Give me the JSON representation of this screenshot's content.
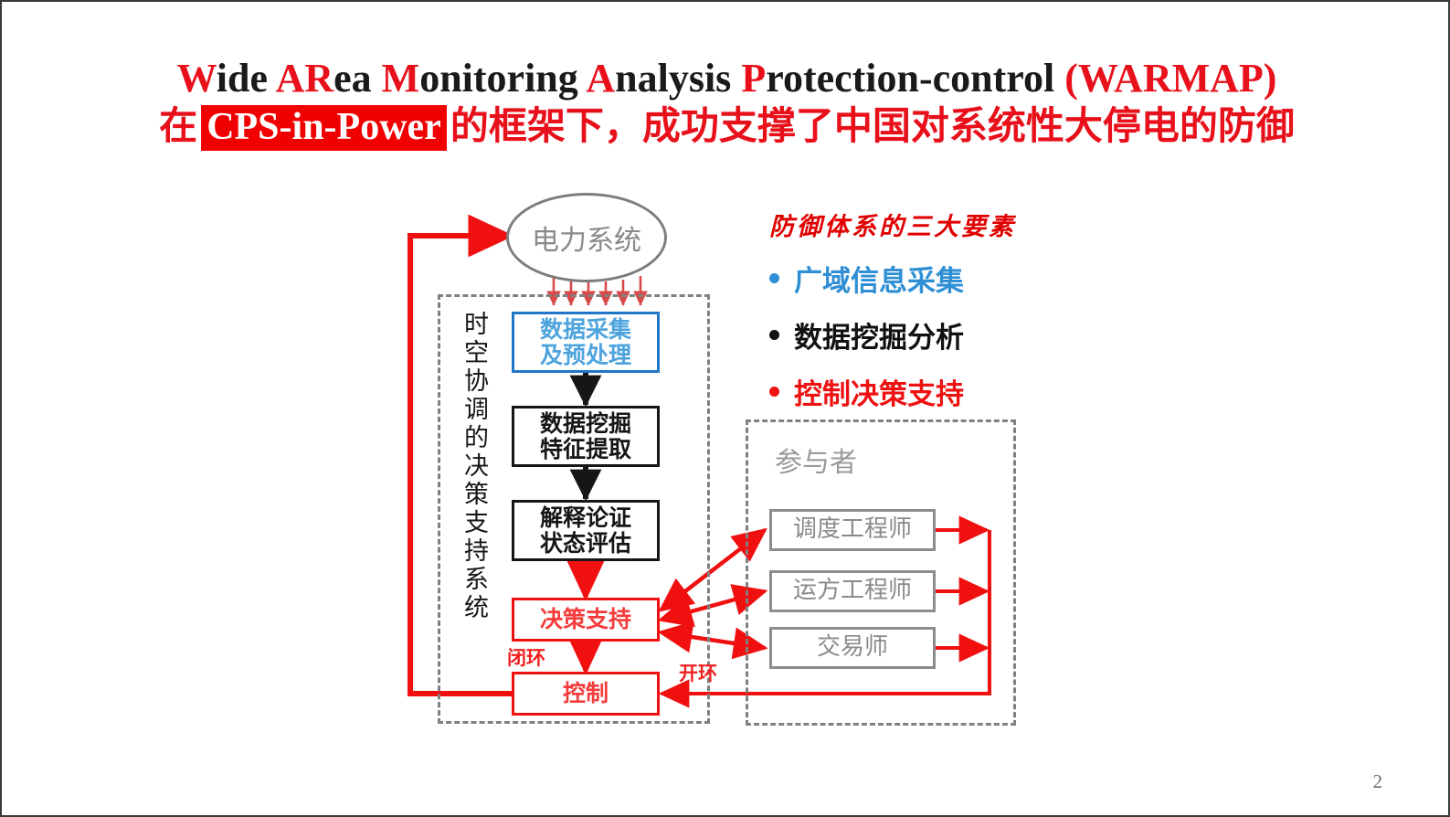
{
  "slide": {
    "page_number": "2",
    "background_color": "#ffffff",
    "border_color": "#3a3a3a"
  },
  "title": {
    "line1_segments": [
      {
        "text": "W",
        "style": "red"
      },
      {
        "text": "ide ",
        "style": "black"
      },
      {
        "text": "AR",
        "style": "red"
      },
      {
        "text": "ea ",
        "style": "black"
      },
      {
        "text": "M",
        "style": "red"
      },
      {
        "text": "onitoring ",
        "style": "black"
      },
      {
        "text": "A",
        "style": "red"
      },
      {
        "text": "nalysis ",
        "style": "black"
      },
      {
        "text": "P",
        "style": "red"
      },
      {
        "text": "rotection-control ",
        "style": "black"
      },
      {
        "text": "(WARMAP)",
        "style": "red"
      }
    ],
    "line2_prefix": "在",
    "line2_highlight": "CPS-in-Power",
    "line2_suffix": "的框架下，成功支撑了中国对系统性大停电的防御",
    "accent_red": "#e8101a",
    "highlight_bg": "#f00000"
  },
  "diagram": {
    "power_system_node": "电力系统",
    "system_group_label": "时空协调的决策支持系统",
    "participants_group_label": "参与者",
    "flow_nodes": [
      {
        "id": "acquire",
        "text": "数据采集\n及预处理",
        "style": "blue"
      },
      {
        "id": "mining",
        "text": "数据挖掘\n特征提取",
        "style": "black"
      },
      {
        "id": "assess",
        "text": "解释论证\n状态评估",
        "style": "black"
      },
      {
        "id": "decision",
        "text": "决策支持",
        "style": "red"
      },
      {
        "id": "control",
        "text": "控制",
        "style": "red"
      }
    ],
    "participants": [
      {
        "id": "dispatch-engineer",
        "text": "调度工程师"
      },
      {
        "id": "operation-engineer",
        "text": "运方工程师"
      },
      {
        "id": "trader",
        "text": "交易师"
      }
    ],
    "loop_labels": {
      "closed": "闭环",
      "open": "开环"
    },
    "colors": {
      "red": "#f01010",
      "blue_border": "#2176c7",
      "blue_text": "#4da3dd",
      "gray": "#8c8c8c",
      "black": "#161616"
    }
  },
  "elements_panel": {
    "heading": "防御体系的三大要素",
    "bullets": [
      {
        "text": "广域信息采集",
        "color": "#2f8fd4"
      },
      {
        "text": "数据挖掘分析",
        "color": "#111111"
      },
      {
        "text": "控制决策支持",
        "color": "#ee1111"
      }
    ]
  }
}
